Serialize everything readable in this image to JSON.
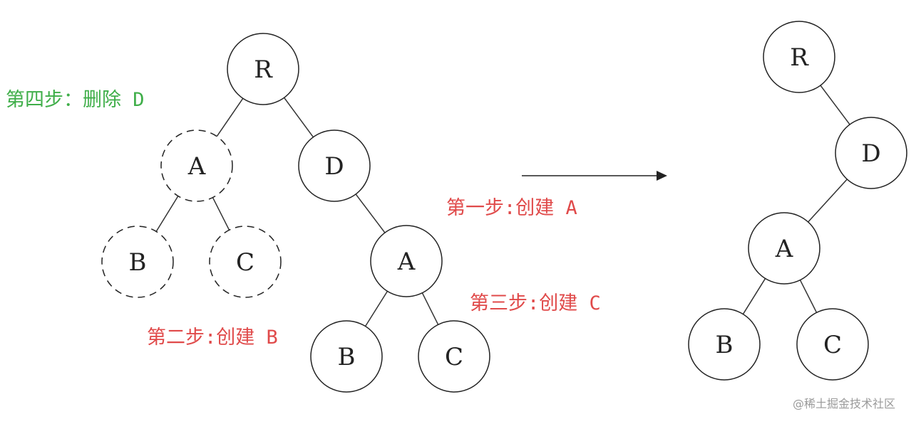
{
  "colors": {
    "step_delete": "#3fae49",
    "step_create": "#e04a4a",
    "node_stroke": "#222222",
    "edge": "#333333"
  },
  "before_tree": {
    "nodes": [
      {
        "id": "R",
        "label": "R",
        "dashed": false
      },
      {
        "id": "A_old",
        "label": "A",
        "dashed": true
      },
      {
        "id": "D",
        "label": "D",
        "dashed": false
      },
      {
        "id": "B_old",
        "label": "B",
        "dashed": true
      },
      {
        "id": "C_old",
        "label": "C",
        "dashed": true
      },
      {
        "id": "A_new",
        "label": "A",
        "dashed": false
      },
      {
        "id": "B_new",
        "label": "B",
        "dashed": false
      },
      {
        "id": "C_new",
        "label": "C",
        "dashed": false
      }
    ],
    "edges": [
      [
        "R",
        "A_old"
      ],
      [
        "R",
        "D"
      ],
      [
        "A_old",
        "B_old"
      ],
      [
        "A_old",
        "C_old"
      ],
      [
        "D",
        "A_new"
      ],
      [
        "A_new",
        "B_new"
      ],
      [
        "A_new",
        "C_new"
      ]
    ]
  },
  "after_tree": {
    "nodes": [
      {
        "id": "R2",
        "label": "R",
        "dashed": false
      },
      {
        "id": "D2",
        "label": "D",
        "dashed": false
      },
      {
        "id": "A2",
        "label": "A",
        "dashed": false
      },
      {
        "id": "B2",
        "label": "B",
        "dashed": false
      },
      {
        "id": "C2",
        "label": "C",
        "dashed": false
      }
    ],
    "edges": [
      [
        "R2",
        "D2"
      ],
      [
        "D2",
        "A2"
      ],
      [
        "A2",
        "B2"
      ],
      [
        "A2",
        "C2"
      ]
    ]
  },
  "steps": {
    "step4": "第四步：删除 D",
    "step1": "第一步:创建 A",
    "step2": "第二步:创建 B",
    "step3": "第三步:创建 C"
  },
  "watermark": "@稀土掘金技术社区"
}
